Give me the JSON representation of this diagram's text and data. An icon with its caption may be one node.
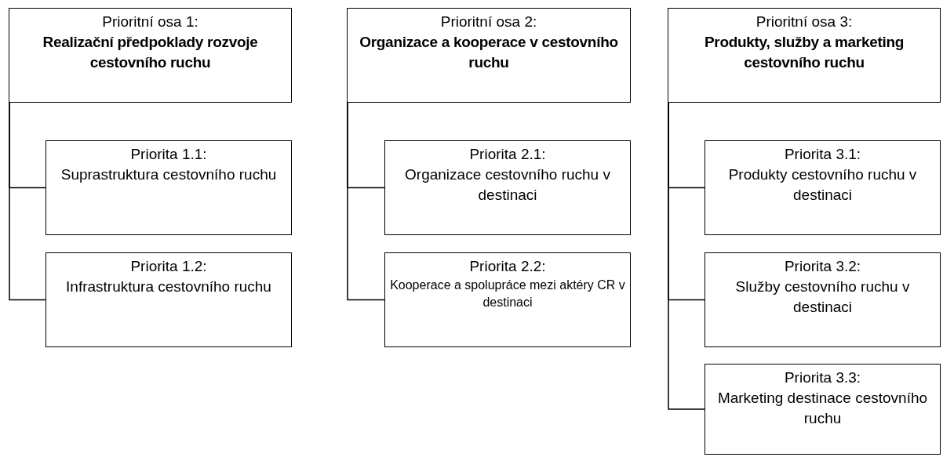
{
  "diagram": {
    "nodes": [
      {
        "text": [
          "Prioritní osa 1:",
          "Realizační předpoklady rozvoje cestovního ruchu"
        ]
      },
      {
        "text": [
          "Priorita 1.1:",
          "Suprastruktura cestovního ruchu"
        ]
      },
      {
        "text": [
          "Priorita 1.2:",
          "Infrastruktura cestovního ruchu"
        ]
      },
      {
        "text": [
          "Prioritní osa 2:",
          "Organizace a kooperace v cestovního ruchu"
        ]
      },
      {
        "text": [
          "Priorita 2.1:",
          "Organizace cestovního ruchu v destinaci"
        ]
      },
      {
        "text": [
          "Priorita 2.2:",
          "Kooperace a spolupráce mezi aktéry CR v destinaci"
        ]
      },
      {
        "text": [
          "Prioritní osa 3:",
          "Produkty, služby a marketing cestovního ruchu"
        ]
      },
      {
        "text": [
          "Priorita 3.1:",
          "Produkty cestovního ruchu v destinaci"
        ]
      },
      {
        "text": [
          "Priorita 3.2:",
          "Služby cestovního ruchu v destinaci"
        ]
      },
      {
        "text": [
          "Priorita 3.3:",
          "Marketing destinace cestovního ruchu"
        ]
      }
    ],
    "edges": [
      {
        "from": 0,
        "to": 1,
        "arrow": "none"
      },
      {
        "from": 0,
        "to": 2,
        "arrow": "none"
      },
      {
        "from": 3,
        "to": 4,
        "arrow": "none"
      },
      {
        "from": 3,
        "to": 5,
        "arrow": "none"
      },
      {
        "from": 6,
        "to": 7,
        "arrow": "none"
      },
      {
        "from": 6,
        "to": 8,
        "arrow": "none"
      },
      {
        "from": 6,
        "to": 9,
        "arrow": "none"
      }
    ]
  }
}
